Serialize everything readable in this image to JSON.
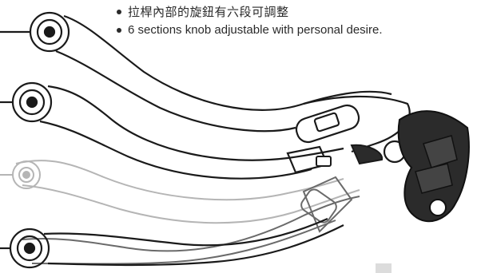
{
  "captions": [
    {
      "text": "拉桿內部的旋鈕有六段可調整"
    },
    {
      "text": "6 sections knob adjustable with personal desire."
    }
  ],
  "colors": {
    "ink": "#1a1a1a",
    "ghost_1": "#666666",
    "ghost_2": "#a8a8a8",
    "body": "#2b2b2b",
    "watermark_box": "#dcdcdc"
  },
  "icons": {
    "bullet": "filled-circle",
    "pivot": "ring-bolt"
  }
}
